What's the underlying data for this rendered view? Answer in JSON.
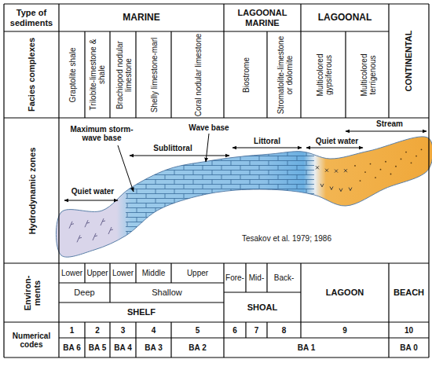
{
  "diagram": {
    "labels": [
      "Type of sediments",
      "MARINE",
      "LAGOONAL MARINE",
      "LAGOONAL",
      "CONTINENTAL",
      "Facies complexes",
      "Graptolite shale",
      "Trilobite-limestone & shale",
      "Brachiopod nodular limestone",
      "Shelly limestone-marl",
      "Coral nodular limestone",
      "Biostrome",
      "Stromatolite-limestone or dolomite",
      "Multicolored gypsiferous",
      "Multicolored terrigenous",
      "Hydrodynamic zones",
      "Maximum storm-wave base",
      "Wave base",
      "Sublittoral",
      "Littoral",
      "Quiet water",
      "Stream",
      "Quiet water",
      "Tesakov et al. 1979; 1986",
      "Environ- ments",
      "Lower",
      "Upper",
      "Lower",
      "Middle",
      "Upper",
      "Fore-",
      "Mid-",
      "Back-",
      "Deep",
      "Shallow",
      "SHOAL",
      "LAGOON",
      "BEACH",
      "SHELF",
      "Numerical codes",
      "1",
      "2",
      "3",
      "4",
      "5",
      "6",
      "7",
      "8",
      "9",
      "10",
      "BA 6",
      "BA 5",
      "BA 4",
      "BA 3",
      "BA 2",
      "BA 1",
      "BA 0"
    ]
  }
}
